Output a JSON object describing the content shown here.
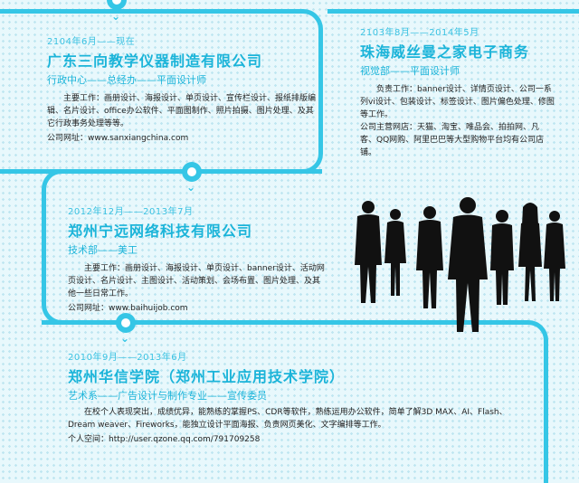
{
  "accent": "#35c6e6",
  "jobs": [
    {
      "date": "2104年6月——现在",
      "company": "广东三向教学仪器制造有限公司",
      "dept": "行政中心——总经办——平面设计师",
      "body": "主要工作：画册设计、海报设计、单页设计、宣传栏设计、报纸排版编辑、名片设计、office办公软件、平面图制作、照片拍摄、图片处理、及其它行政事务处理等等。",
      "site": "公司网址：www.sanxiangchina.com"
    },
    {
      "date": "2103年8月——2014年5月",
      "company": "珠海威丝曼之家电子商务",
      "dept": "视觉部——平面设计师",
      "body": "负责工作：banner设计、详情页设计、公司一系列vi设计、包装设计、标签设计、图片偏色处理、修图等工作。",
      "body2": "公司主营网店：天猫、淘宝、唯品会、拍拍网、凡客、QQ网购、阿里巴巴等大型购物平台均有公司店铺。"
    },
    {
      "date": "2012年12月——2013年7月",
      "company": "郑州宁远网络科技有限公司",
      "dept": "技术部——美工",
      "body": "主要工作：画册设计、海报设计、单页设计、banner设计、活动网页设计、名片设计、主图设计、活动策划、会场布置、图片处理、及其他一些日常工作。",
      "site": "公司网址：www.baihuijob.com"
    }
  ],
  "education": {
    "date": "2010年9月——2013年6月",
    "school": "郑州华信学院（郑州工业应用技术学院）",
    "dept": "艺术系——广告设计与制作专业——宣传委员",
    "body": "在校个人表现突出，成绩优异，能熟练的掌握PS、CDR等软件，熟练运用办公软件，简单了解3D MAX、AI、Flash、Dream weaver、Fireworks，能独立设计平面海报、负责网页美化、文字编排等工作。",
    "site": "个人空间：http://user.qzone.qq.com/791709258"
  }
}
